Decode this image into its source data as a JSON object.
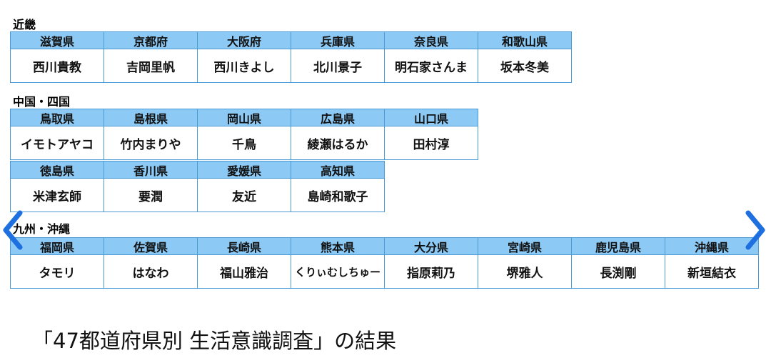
{
  "regions": [
    {
      "title": "近畿",
      "rows": [
        [
          {
            "pref": "滋賀県",
            "person": "西川貴教"
          },
          {
            "pref": "京都府",
            "person": "吉岡里帆"
          },
          {
            "pref": "大阪府",
            "person": "西川きよし"
          },
          {
            "pref": "兵庫県",
            "person": "北川景子"
          },
          {
            "pref": "奈良県",
            "person": "明石家さんま"
          },
          {
            "pref": "和歌山県",
            "person": "坂本冬美"
          }
        ]
      ]
    },
    {
      "title": "中国・四国",
      "rows": [
        [
          {
            "pref": "鳥取県",
            "person": "イモトアヤコ"
          },
          {
            "pref": "島根県",
            "person": "竹内まりや"
          },
          {
            "pref": "岡山県",
            "person": "千鳥"
          },
          {
            "pref": "広島県",
            "person": "綾瀬はるか"
          },
          {
            "pref": "山口県",
            "person": "田村淳"
          }
        ],
        [
          {
            "pref": "徳島県",
            "person": "米津玄師"
          },
          {
            "pref": "香川県",
            "person": "要潤"
          },
          {
            "pref": "愛媛県",
            "person": "友近"
          },
          {
            "pref": "高知県",
            "person": "島崎和歌子"
          }
        ]
      ]
    },
    {
      "title": "九州・沖縄",
      "rows": [
        [
          {
            "pref": "福岡県",
            "person": "タモリ"
          },
          {
            "pref": "佐賀県",
            "person": "はなわ"
          },
          {
            "pref": "長崎県",
            "person": "福山雅治"
          },
          {
            "pref": "熊本県",
            "person": "くりぃむしちゅー"
          },
          {
            "pref": "大分県",
            "person": "指原莉乃"
          },
          {
            "pref": "宮崎県",
            "person": "堺雅人"
          },
          {
            "pref": "鹿児島県",
            "person": "長渕剛"
          },
          {
            "pref": "沖縄県",
            "person": "新垣結衣"
          }
        ]
      ]
    }
  ],
  "caption": "「47都道府県別 生活意識調査」の結果",
  "colors": {
    "header_fill": "#8cc9f4",
    "border": "#4a9ad6",
    "arrow": "#1e6fe0"
  },
  "icons": {
    "prev": "chevron-left-icon",
    "next": "chevron-right-icon"
  }
}
